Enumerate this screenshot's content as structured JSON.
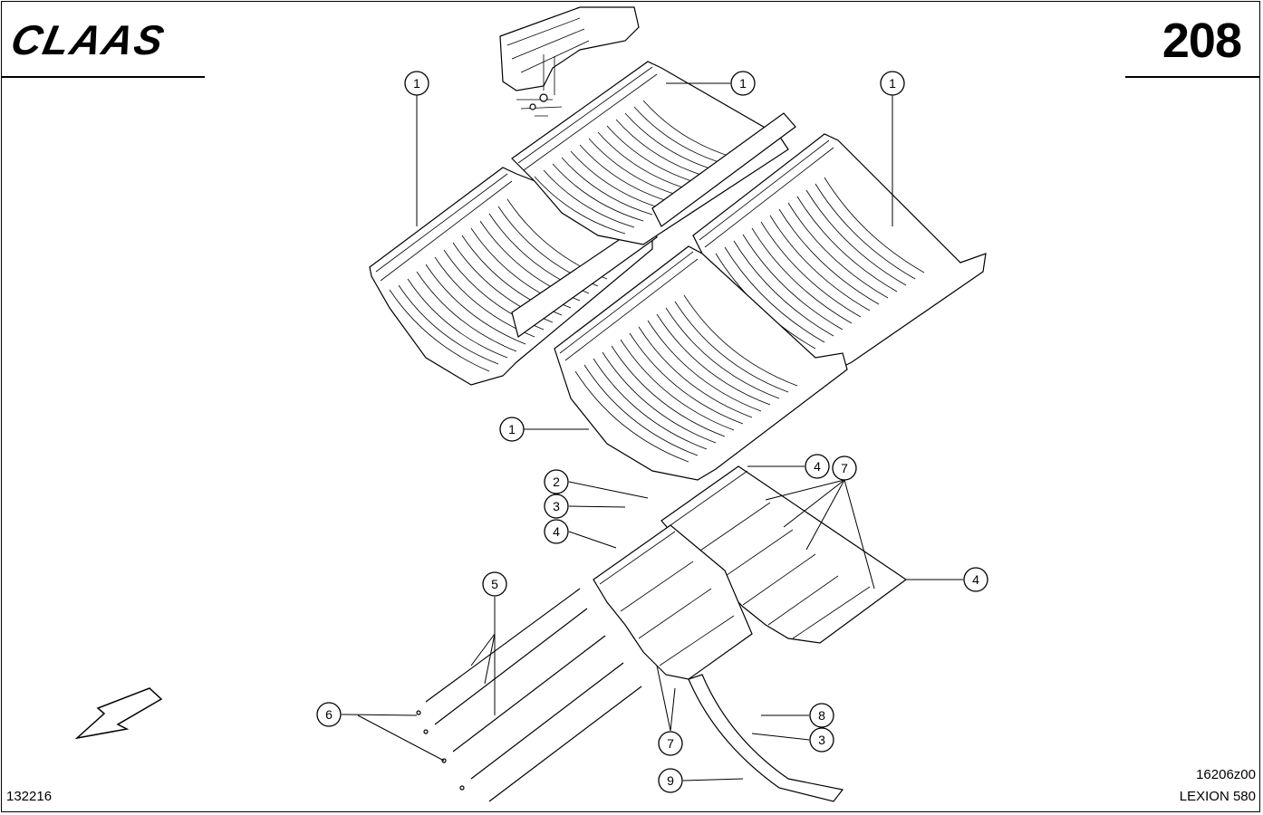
{
  "header": {
    "brand": "CLAAS",
    "page_number": "208"
  },
  "footer": {
    "doc_number": "132216",
    "drawing_code": "16206z00",
    "model": "LEXION 580"
  },
  "callouts": [
    {
      "id": "c1a",
      "label": "1"
    },
    {
      "id": "c1b",
      "label": "1"
    },
    {
      "id": "c1c",
      "label": "1"
    },
    {
      "id": "c1d",
      "label": "1"
    },
    {
      "id": "c2",
      "label": "2"
    },
    {
      "id": "c3a",
      "label": "3"
    },
    {
      "id": "c4a",
      "label": "4"
    },
    {
      "id": "c4b",
      "label": "4"
    },
    {
      "id": "c7a",
      "label": "7"
    },
    {
      "id": "c4c",
      "label": "4"
    },
    {
      "id": "c5",
      "label": "5"
    },
    {
      "id": "c6",
      "label": "6"
    },
    {
      "id": "c8",
      "label": "8"
    },
    {
      "id": "c3b",
      "label": "3"
    },
    {
      "id": "c7b",
      "label": "7"
    },
    {
      "id": "c9",
      "label": "9"
    }
  ],
  "icons": {
    "direction": "direction-arrow-icon"
  }
}
